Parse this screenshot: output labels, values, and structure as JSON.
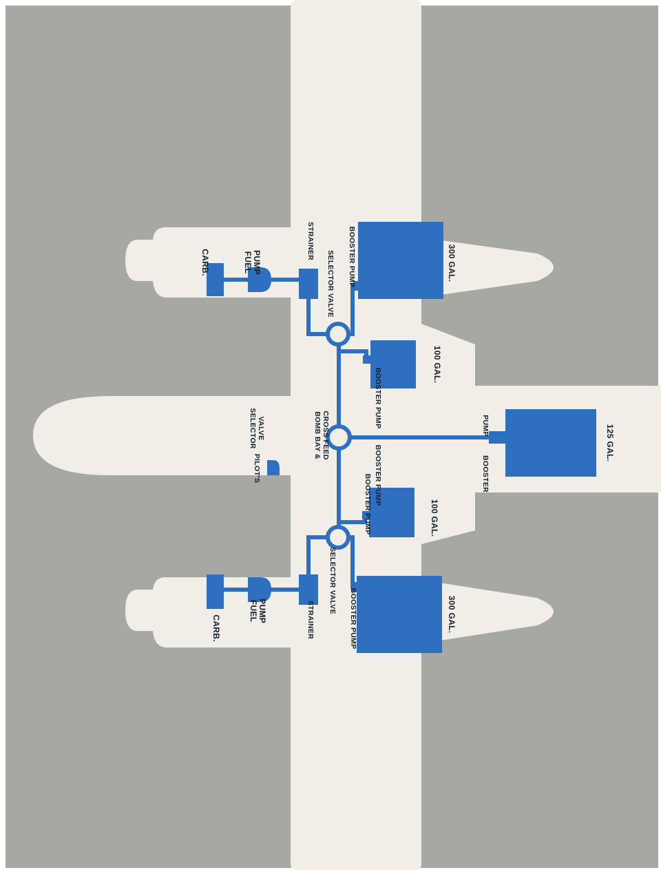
{
  "colors": {
    "background": "#a7a7a4",
    "airframe": "#f1eee7",
    "fuel_system": "#2f6fbf",
    "label_text": "#15202c"
  },
  "labels": {
    "carb": "CARB.",
    "fuel_pump_1": "FUEL",
    "fuel_pump_2": "PUMP",
    "strainer": "STRAINER",
    "selector_valve": "SELECTOR VALVE",
    "booster_pump": "BOOSTER PUMP",
    "booster": "BOOSTER",
    "pump": "PUMP",
    "tank_300": "300 GAL.",
    "tank_100": "100 GAL.",
    "tank_125": "125 GAL.",
    "bomb_bay_1": "BOMB BAY &",
    "bomb_bay_2": "CROSS FEED",
    "pilots_1": "PILOT'S",
    "pilots_2": "SELECTOR",
    "pilots_3": "VALVE"
  }
}
